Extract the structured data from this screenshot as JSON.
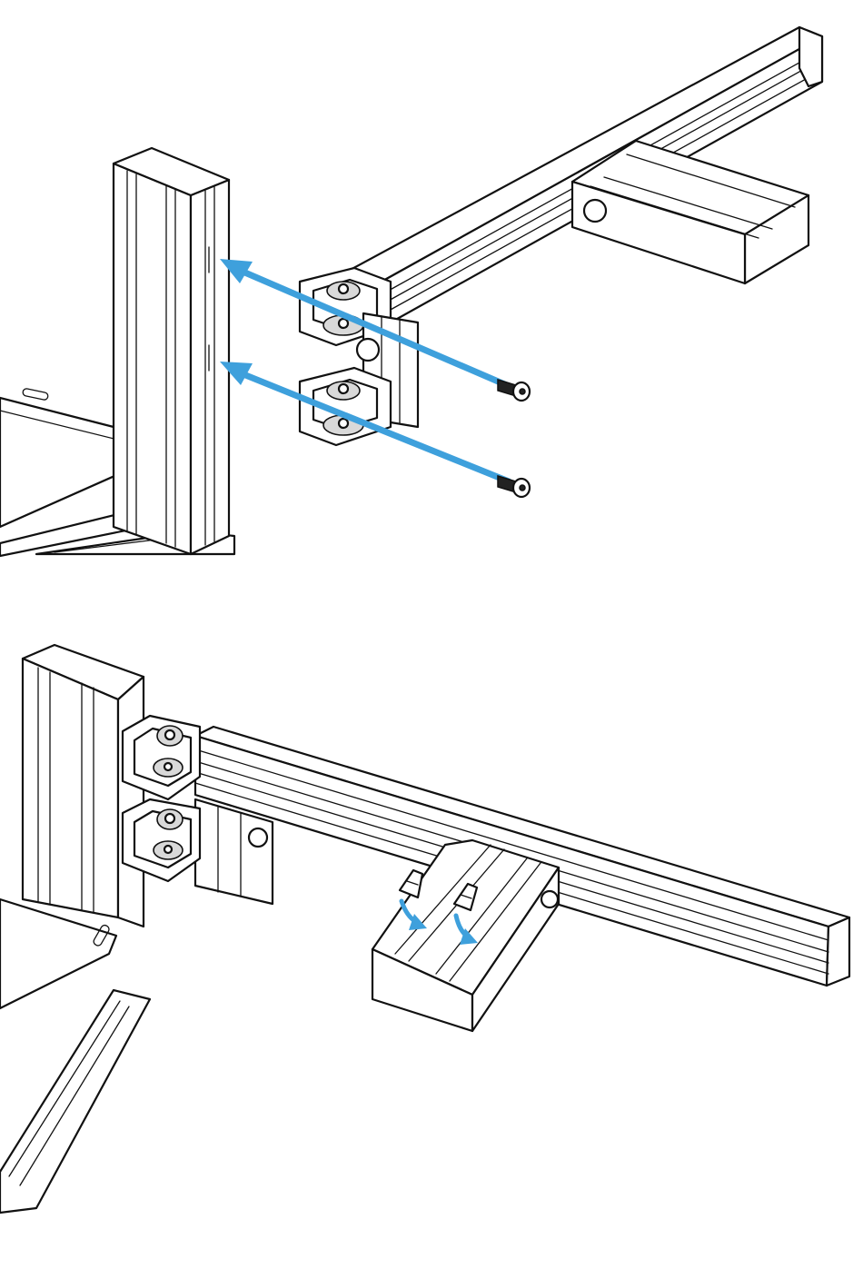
{
  "figure": {
    "steps": [
      {
        "id": "step-1",
        "description_icons": [
          "aluminum-extrusion-frame",
          "corner-bracket",
          "socket-head-screw",
          "insert-arrow"
        ]
      },
      {
        "id": "step-2",
        "description_icons": [
          "aluminum-extrusion-frame",
          "corner-bracket",
          "t-nut",
          "rotate-arrow"
        ]
      }
    ],
    "colors": {
      "arrow": "#3ea0dc",
      "line": "#111111",
      "background": "#ffffff"
    }
  }
}
